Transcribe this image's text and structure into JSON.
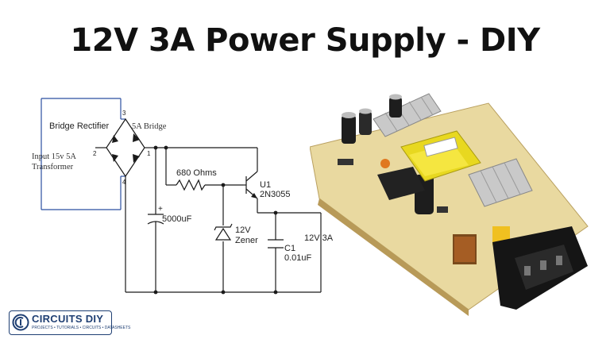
{
  "title": "12V 3A Power Supply - DIY",
  "schematic": {
    "bridge_label": "Bridge Rectifier",
    "bridge_part": "5A Bridge",
    "input_line1": "Input 15v 5A",
    "input_line2": "Transformer",
    "pin1": "1",
    "pin2": "2",
    "pin3": "3",
    "pin4": "4",
    "resistor": "680 Ohms",
    "transistor_ref": "U1",
    "transistor_part": "2N3055",
    "cap_main": "5000uF",
    "zener_voltage": "12V",
    "zener_label": "Zener",
    "cap_out_ref": "C1",
    "cap_out_value": "0.01uF",
    "output": "12V 3A"
  },
  "logo": {
    "name": "CIRCUITS DIY",
    "tagline": "PROJECTS • TUTORIALS • CIRCUITS • DATASHEETS"
  },
  "colors": {
    "accent_blue": "#2b4fa0",
    "logo_blue": "#1f3f73",
    "pcb_cream": "#e9d9a0"
  },
  "photo_icon": "pcb-board-photo"
}
